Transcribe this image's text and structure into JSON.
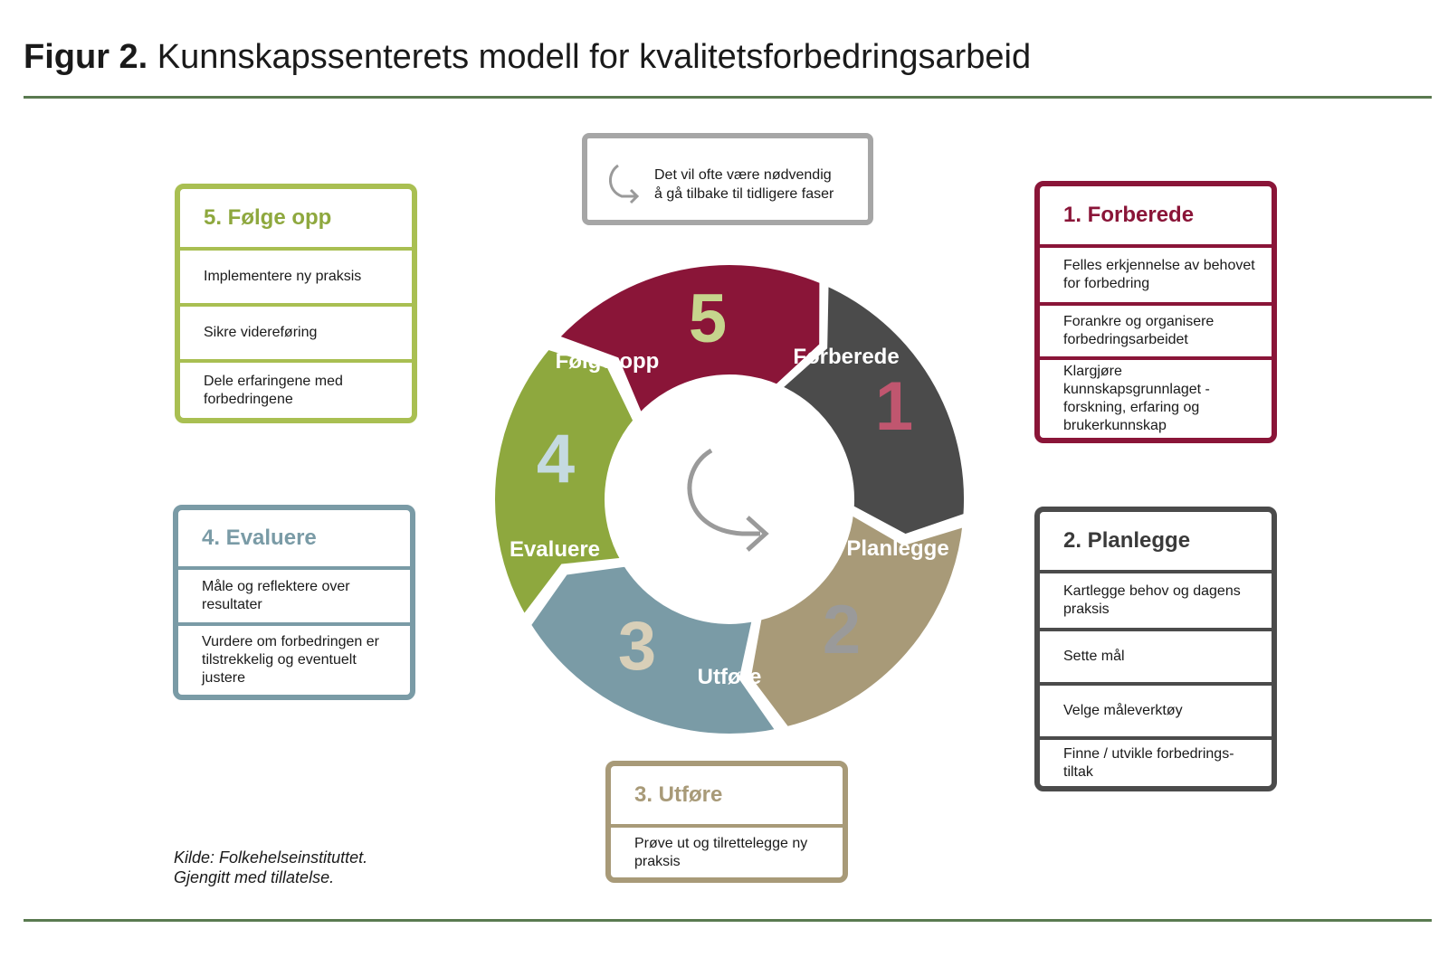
{
  "title": {
    "prefix": "Figur 2.",
    "text": "Kunnskapssenterets modell for kvalitetsforbedringsarbeid"
  },
  "note": {
    "line1": "Det vil ofte være nødvendig",
    "line2": "å gå tilbake til tidligere faser",
    "icon": "return-arrow-icon"
  },
  "source": {
    "line1": "Kilde: Folkehelseinstituttet.",
    "line2": "Gjengitt med tillatelse."
  },
  "colors": {
    "forberede": "#8a1538",
    "planlegge": "#4b4b4b",
    "utfore": "#a89a78",
    "evaluere": "#7a9ba6",
    "folge": "#8ea83e",
    "folge_box": "#a9bf52",
    "rule": "#5a7a50"
  },
  "cycle": {
    "center_icon": "cycle-arrow-icon",
    "segments": [
      {
        "number": "1",
        "label": "Forberede"
      },
      {
        "number": "2",
        "label": "Planlegge"
      },
      {
        "number": "3",
        "label": "Utføre"
      },
      {
        "number": "4",
        "label": "Evaluere"
      },
      {
        "number": "5",
        "label": "Følge opp"
      }
    ]
  },
  "boxes": {
    "forberede": {
      "title": "1. Forberede",
      "items": [
        "Felles erkjennelse av behovet for forbedring",
        "Forankre og organisere forbedringsarbeidet",
        "Klargjøre kunnskapsgrunnlaget - forskning, erfaring og brukerkunnskap"
      ]
    },
    "planlegge": {
      "title": "2. Planlegge",
      "items": [
        "Kartlegge behov og dagens praksis",
        "Sette mål",
        "Velge måleverktøy",
        "Finne / utvikle forbedrings-tiltak"
      ]
    },
    "utfore": {
      "title": "3. Utføre",
      "items": [
        "Prøve ut  og tilrettelegge ny praksis"
      ]
    },
    "evaluere": {
      "title": "4. Evaluere",
      "items": [
        "Måle og reflektere over resultater",
        "Vurdere om forbedringen er tilstrekkelig og eventuelt justere"
      ]
    },
    "folge": {
      "title": "5. Følge opp",
      "items": [
        "Implementere ny praksis",
        "Sikre videreføring",
        "Dele erfaringene med forbedringene"
      ]
    }
  }
}
